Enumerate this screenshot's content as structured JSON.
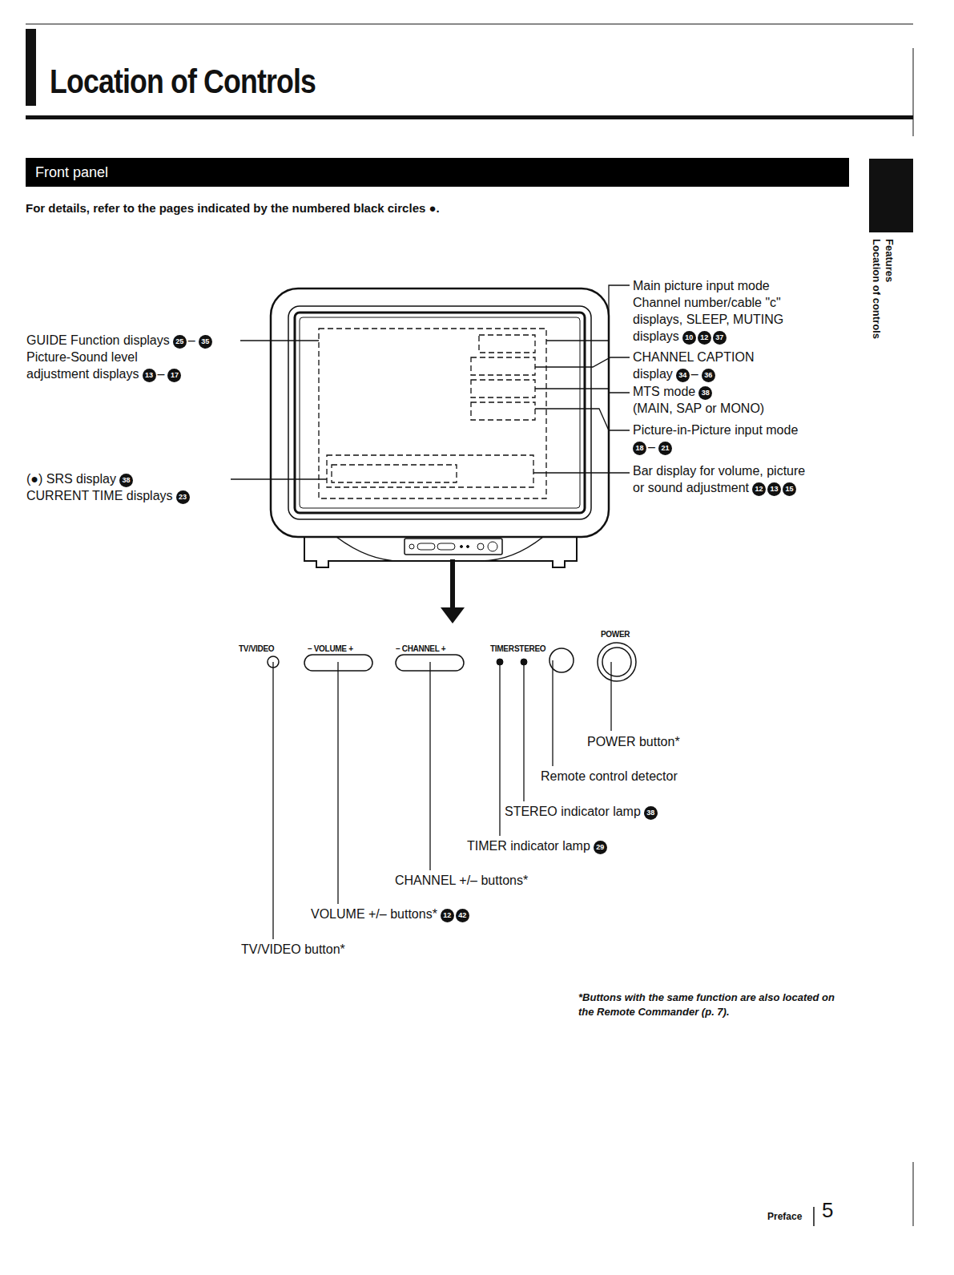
{
  "diagram": {
    "title": "Location of Controls",
    "nodes": [
      {
        "text": [
          "Front panel"
        ]
      }
    ],
    "labels": [
      "For details, refer to the pages indicated by the numbered black circles ●.",
      "GUIDE Function displays",
      "25",
      "–",
      "35",
      "Picture-Sound level",
      "adjustment displays",
      "13",
      "–",
      "17",
      "(●) SRS display",
      "38",
      "CURRENT TIME displays",
      "23",
      "Main picture input mode",
      "Channel number/cable \"c\"",
      "displays, SLEEP, MUTING",
      "displays",
      "10",
      "12",
      "37",
      "CHANNEL CAPTION",
      "display",
      "34",
      "–",
      "36",
      "MTS mode",
      "38",
      "(MAIN, SAP or MONO)",
      "Picture-in-Picture input mode",
      "18",
      "–",
      "21",
      "Bar display for volume, picture",
      "or sound adjustment",
      "12",
      "13",
      "15",
      "TV/VIDEO",
      "– VOLUME +",
      "– CHANNEL +",
      "TIMER",
      "STEREO",
      "POWER",
      "POWER button*",
      "Remote control detector",
      "STEREO indicator lamp",
      "38",
      "TIMER indicator lamp",
      "29",
      "CHANNEL +/– buttons*",
      "VOLUME +/– buttons*",
      "12",
      "42",
      "TV/VIDEO button*",
      "*Buttons with the same function are also located on the Remote Commander (p. 7).",
      "Features",
      "Location of controls",
      "Preface",
      "5"
    ]
  }
}
